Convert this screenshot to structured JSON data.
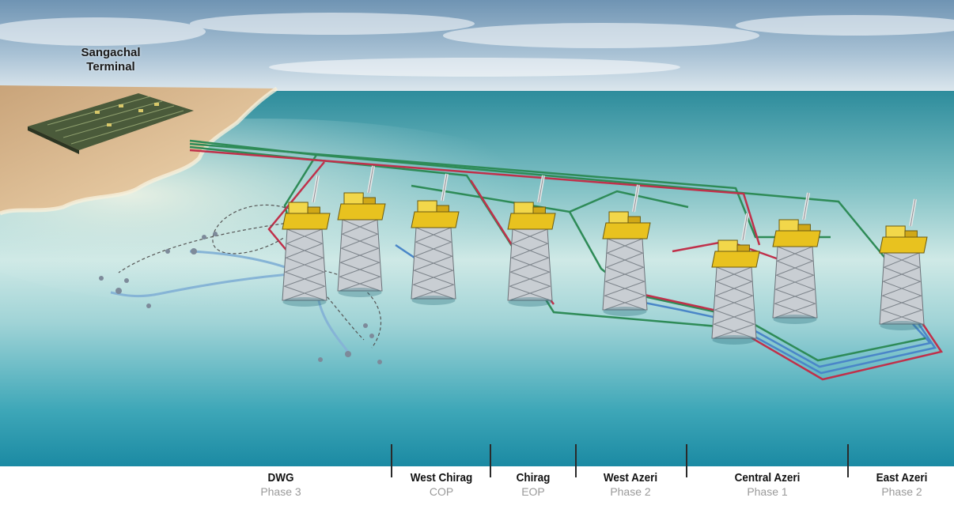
{
  "terminal": {
    "line1": "Sangachal",
    "line2": "Terminal"
  },
  "fields": [
    {
      "name": "DWG",
      "phase": "Phase 3"
    },
    {
      "name": "West Chirag",
      "phase": "COP"
    },
    {
      "name": "Chirag",
      "phase": "EOP"
    },
    {
      "name": "West Azeri",
      "phase": "Phase 2"
    },
    {
      "name": "Central Azeri",
      "phase": "Phase 1"
    },
    {
      "name": "East Azeri",
      "phase": "Phase 2"
    }
  ],
  "colors": {
    "sky_top": "#6f94b3",
    "sky_bottom": "#dfe9ef",
    "sea_far": "#2c8ea0",
    "sea_near": "#1f8fa6",
    "sea_light": "#bfe4e6",
    "land": "#d9b98f",
    "pipeline_green": "#2e8b57",
    "pipeline_red": "#c0304a",
    "pipeline_blue": "#4a86c8",
    "platform_yellow": "#e8c21f",
    "divider": "#2a2a2a"
  }
}
